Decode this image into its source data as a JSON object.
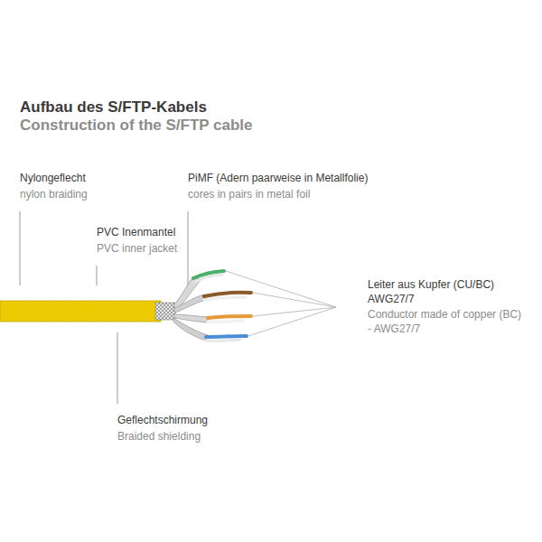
{
  "diagram": {
    "title": "Aufbau des S/FTP-Kabels",
    "labels": [
      "Construction of the S/FTP cable",
      "Nylongeflecht",
      "nylon braiding",
      "PiMF (Adern paarweise in Metallfolie)",
      "cores in pairs in metal foil",
      "PVC Inenmantel",
      "PVC inner jacket",
      "Leiter aus Kupfer (CU/BC) AWG27/7",
      "Conductor made of copper (BC) - AWG27/7",
      "Geflechtschirmung",
      "Braided shielding"
    ]
  }
}
